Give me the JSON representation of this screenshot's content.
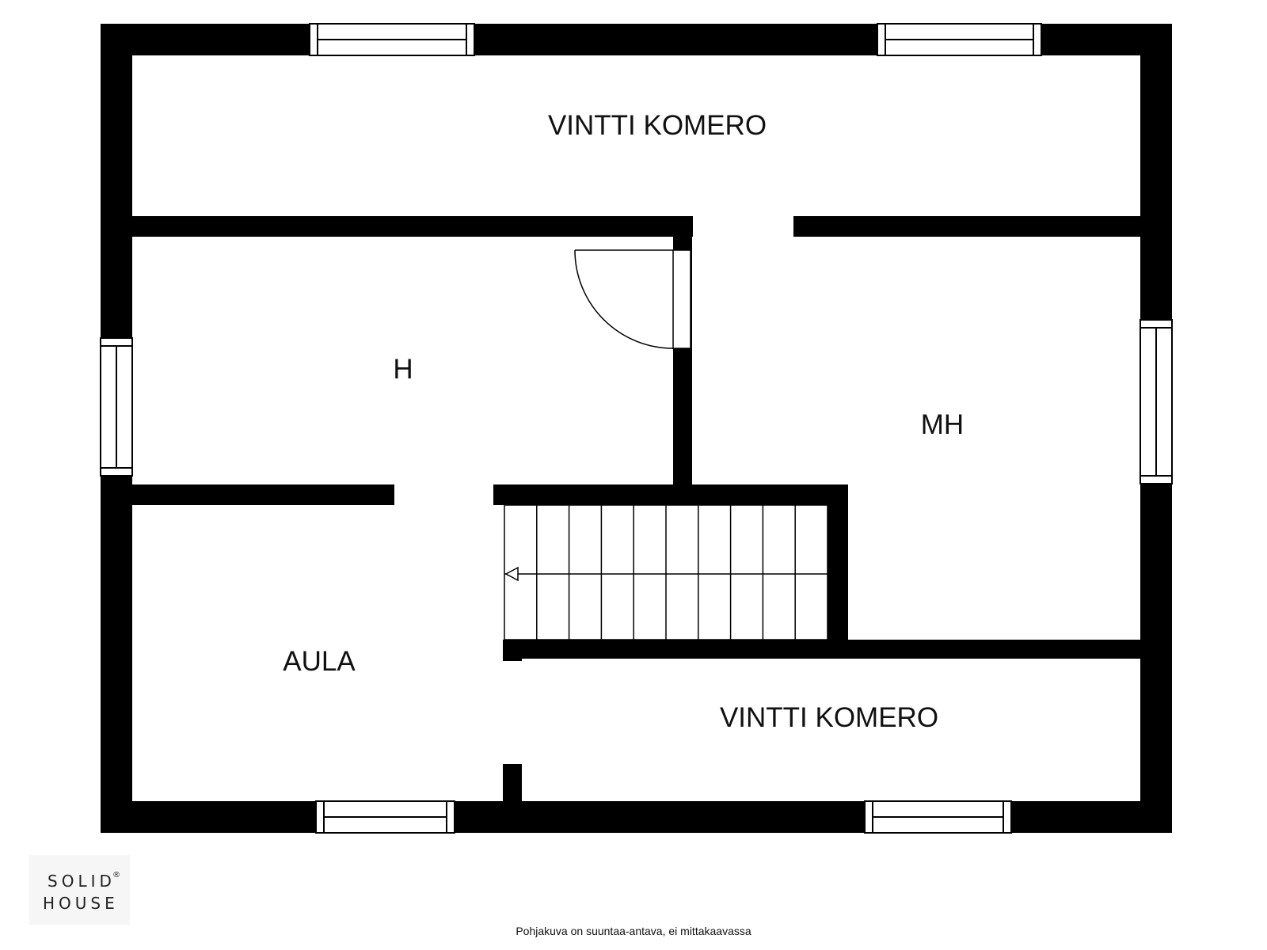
{
  "rooms": {
    "top_storage": "VINTTI KOMERO",
    "h": "H",
    "mh": "MH",
    "aula": "AULA",
    "bottom_storage": "VINTTI KOMERO"
  },
  "stair": {
    "direction": "down",
    "steps": 10
  },
  "logo": {
    "line1": "SOLID",
    "line2": "HOUSE",
    "mark": "®"
  },
  "disclaimer": "Pohjakuva on suuntaa-antava, ei mittakaavassa",
  "colors": {
    "wall": "#000000",
    "background": "#ffffff",
    "logo_bg": "#f6f6f6"
  }
}
